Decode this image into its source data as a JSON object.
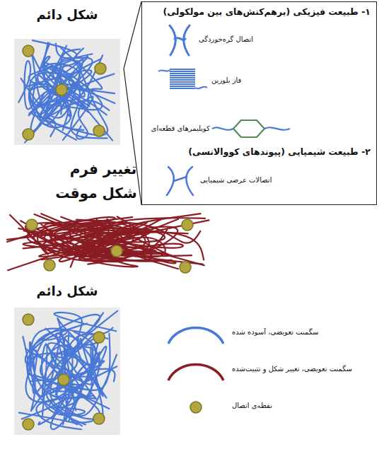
{
  "diagram": {
    "nodes": [
      {
        "text": [
          "شکل دائم"
        ]
      },
      {
        "text": [
          "۱- طبیعت فیزیکی (برهم‌کنش‌های بین مولکولی)",
          "اتصال گره‌خوردگی",
          "فاز بلورین",
          "کوپلیمرهای قطعه‌ای",
          "۲- طبیعت شیمیایی (پیوندهای کووالانسی)",
          "اتصالات عرضی شیمیایی"
        ]
      },
      {
        "text": [
          "تغییر فرم",
          "شکل موقت"
        ]
      },
      {
        "text": [
          "شکل دائم"
        ]
      }
    ],
    "edges": [
      {
        "from": 0,
        "to": 1,
        "arrow": "none"
      }
    ],
    "legend": [
      {
        "text": "سگمنت تعویضی، آسوده شده"
      },
      {
        "text": "سگمنت تعویضی، تغییر شکل و تثبیت‌شده"
      },
      {
        "text": "نقطه‌ی اتصال"
      }
    ]
  }
}
